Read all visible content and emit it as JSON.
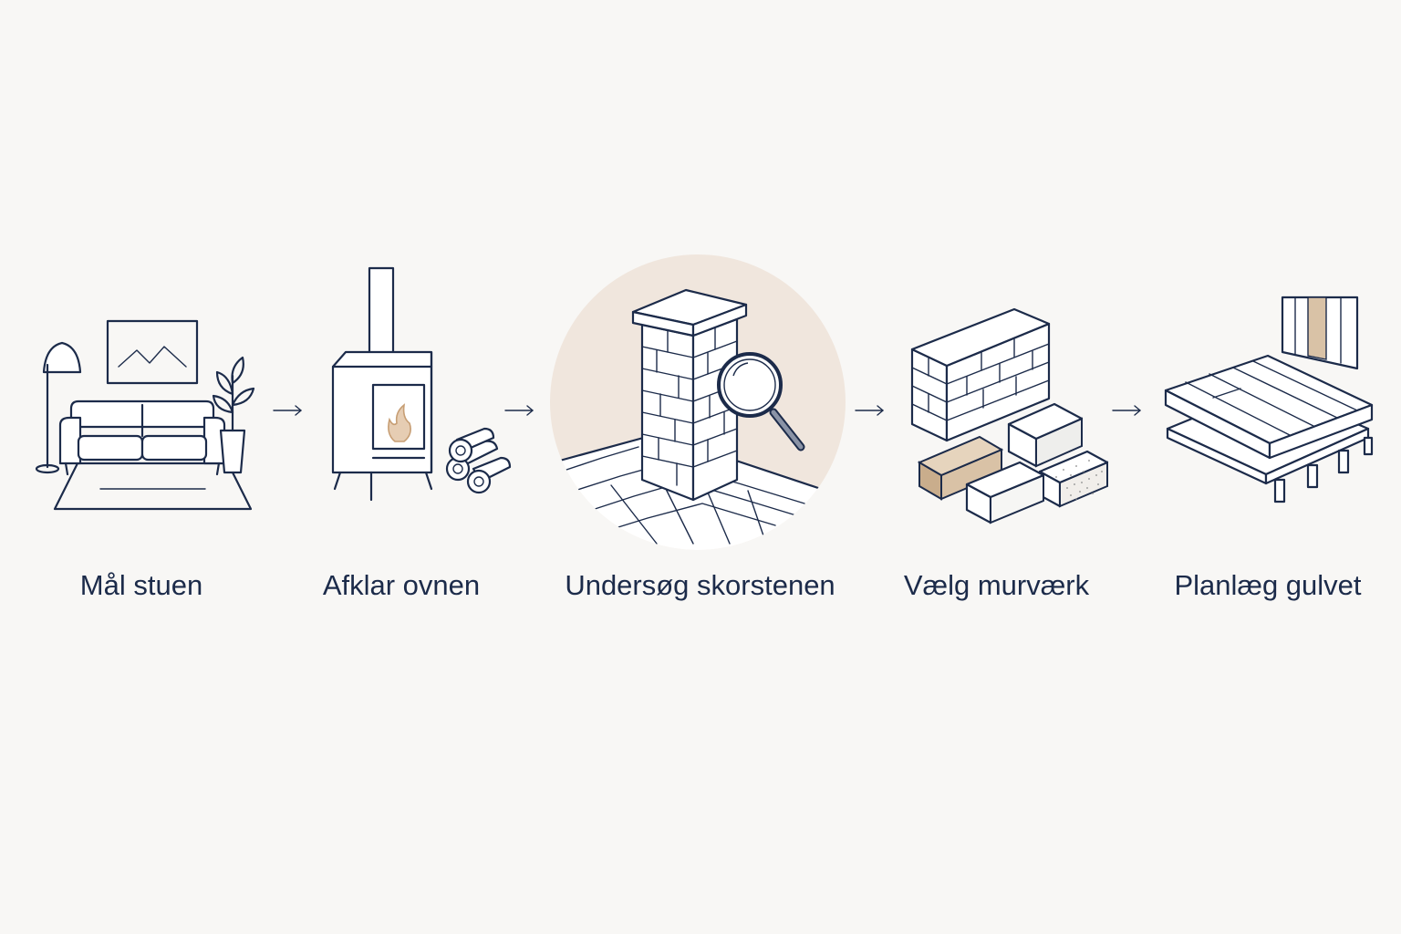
{
  "steps": [
    {
      "label": "Mål stuen",
      "icon": "living-room-icon"
    },
    {
      "label": "Afklar ovnen",
      "icon": "wood-stove-icon"
    },
    {
      "label": "Undersøg skorstenen",
      "icon": "chimney-inspect-icon",
      "highlighted": true
    },
    {
      "label": "Vælg murværk",
      "icon": "masonry-blocks-icon"
    },
    {
      "label": "Planlæg gulvet",
      "icon": "floor-boards-icon"
    }
  ],
  "colors": {
    "background": "#f8f7f5",
    "ink": "#1c2b4a",
    "highlight_circle": "#f0e6dd",
    "accent_wood": "#d9c2a6",
    "flame": "#e6cdb3"
  }
}
